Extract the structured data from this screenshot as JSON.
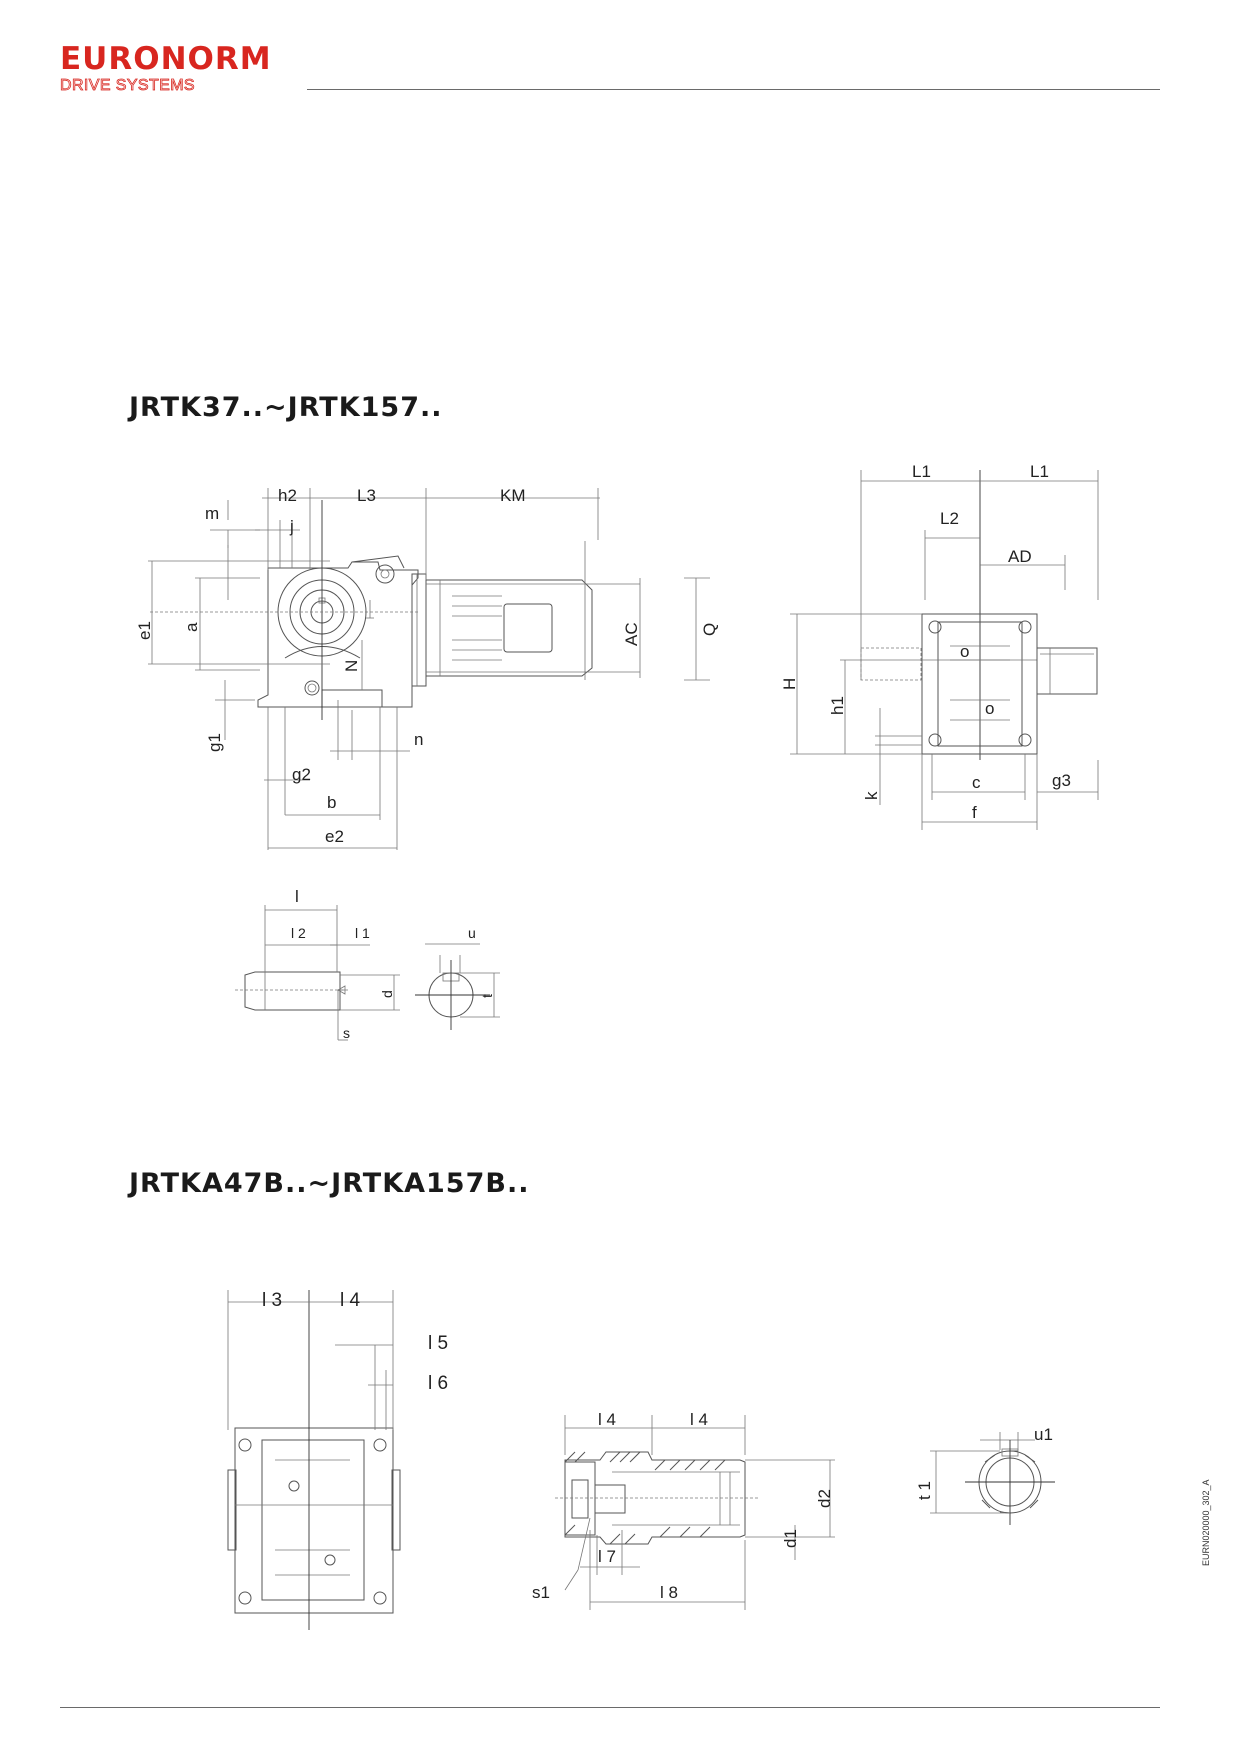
{
  "header": {
    "brand": "EURONORM",
    "subtitle": "DRIVE SYSTEMS",
    "brand_color": "#d8261f"
  },
  "section1": {
    "title": "JRTK37..~JRTK157..",
    "labels": {
      "h2": "h2",
      "L3": "L3",
      "KM": "KM",
      "m": "m",
      "j": "j",
      "e1": "e1",
      "a": "a",
      "N": "N",
      "g1": "g1",
      "n": "n",
      "g2": "g2",
      "b": "b",
      "e2": "e2",
      "AC": "AC",
      "Q": "Q",
      "L1a": "L1",
      "L1b": "L1",
      "L2": "L2",
      "AD": "AD",
      "H": "H",
      "h1": "h1",
      "o1": "o",
      "o2": "o",
      "k": "k",
      "c": "c",
      "g3": "g3",
      "f": "f",
      "l": "l",
      "l2": "l 2",
      "l1": "l 1",
      "u": "u",
      "d": "d",
      "t": "t",
      "s": "s"
    }
  },
  "section2": {
    "title": "JRTKA47B..~JRTKA157B..",
    "labels": {
      "l3": "l 3",
      "l4": "l 4",
      "l5": "l 5",
      "l6": "l 6",
      "l4a": "l 4",
      "l4b": "l 4",
      "d2": "d2",
      "d1": "d1",
      "l7": "l 7",
      "s1": "s1",
      "l8": "l 8",
      "u1": "u1",
      "t1": "t 1"
    }
  },
  "footer": {
    "doc_code": "EURN020000_302_A"
  }
}
